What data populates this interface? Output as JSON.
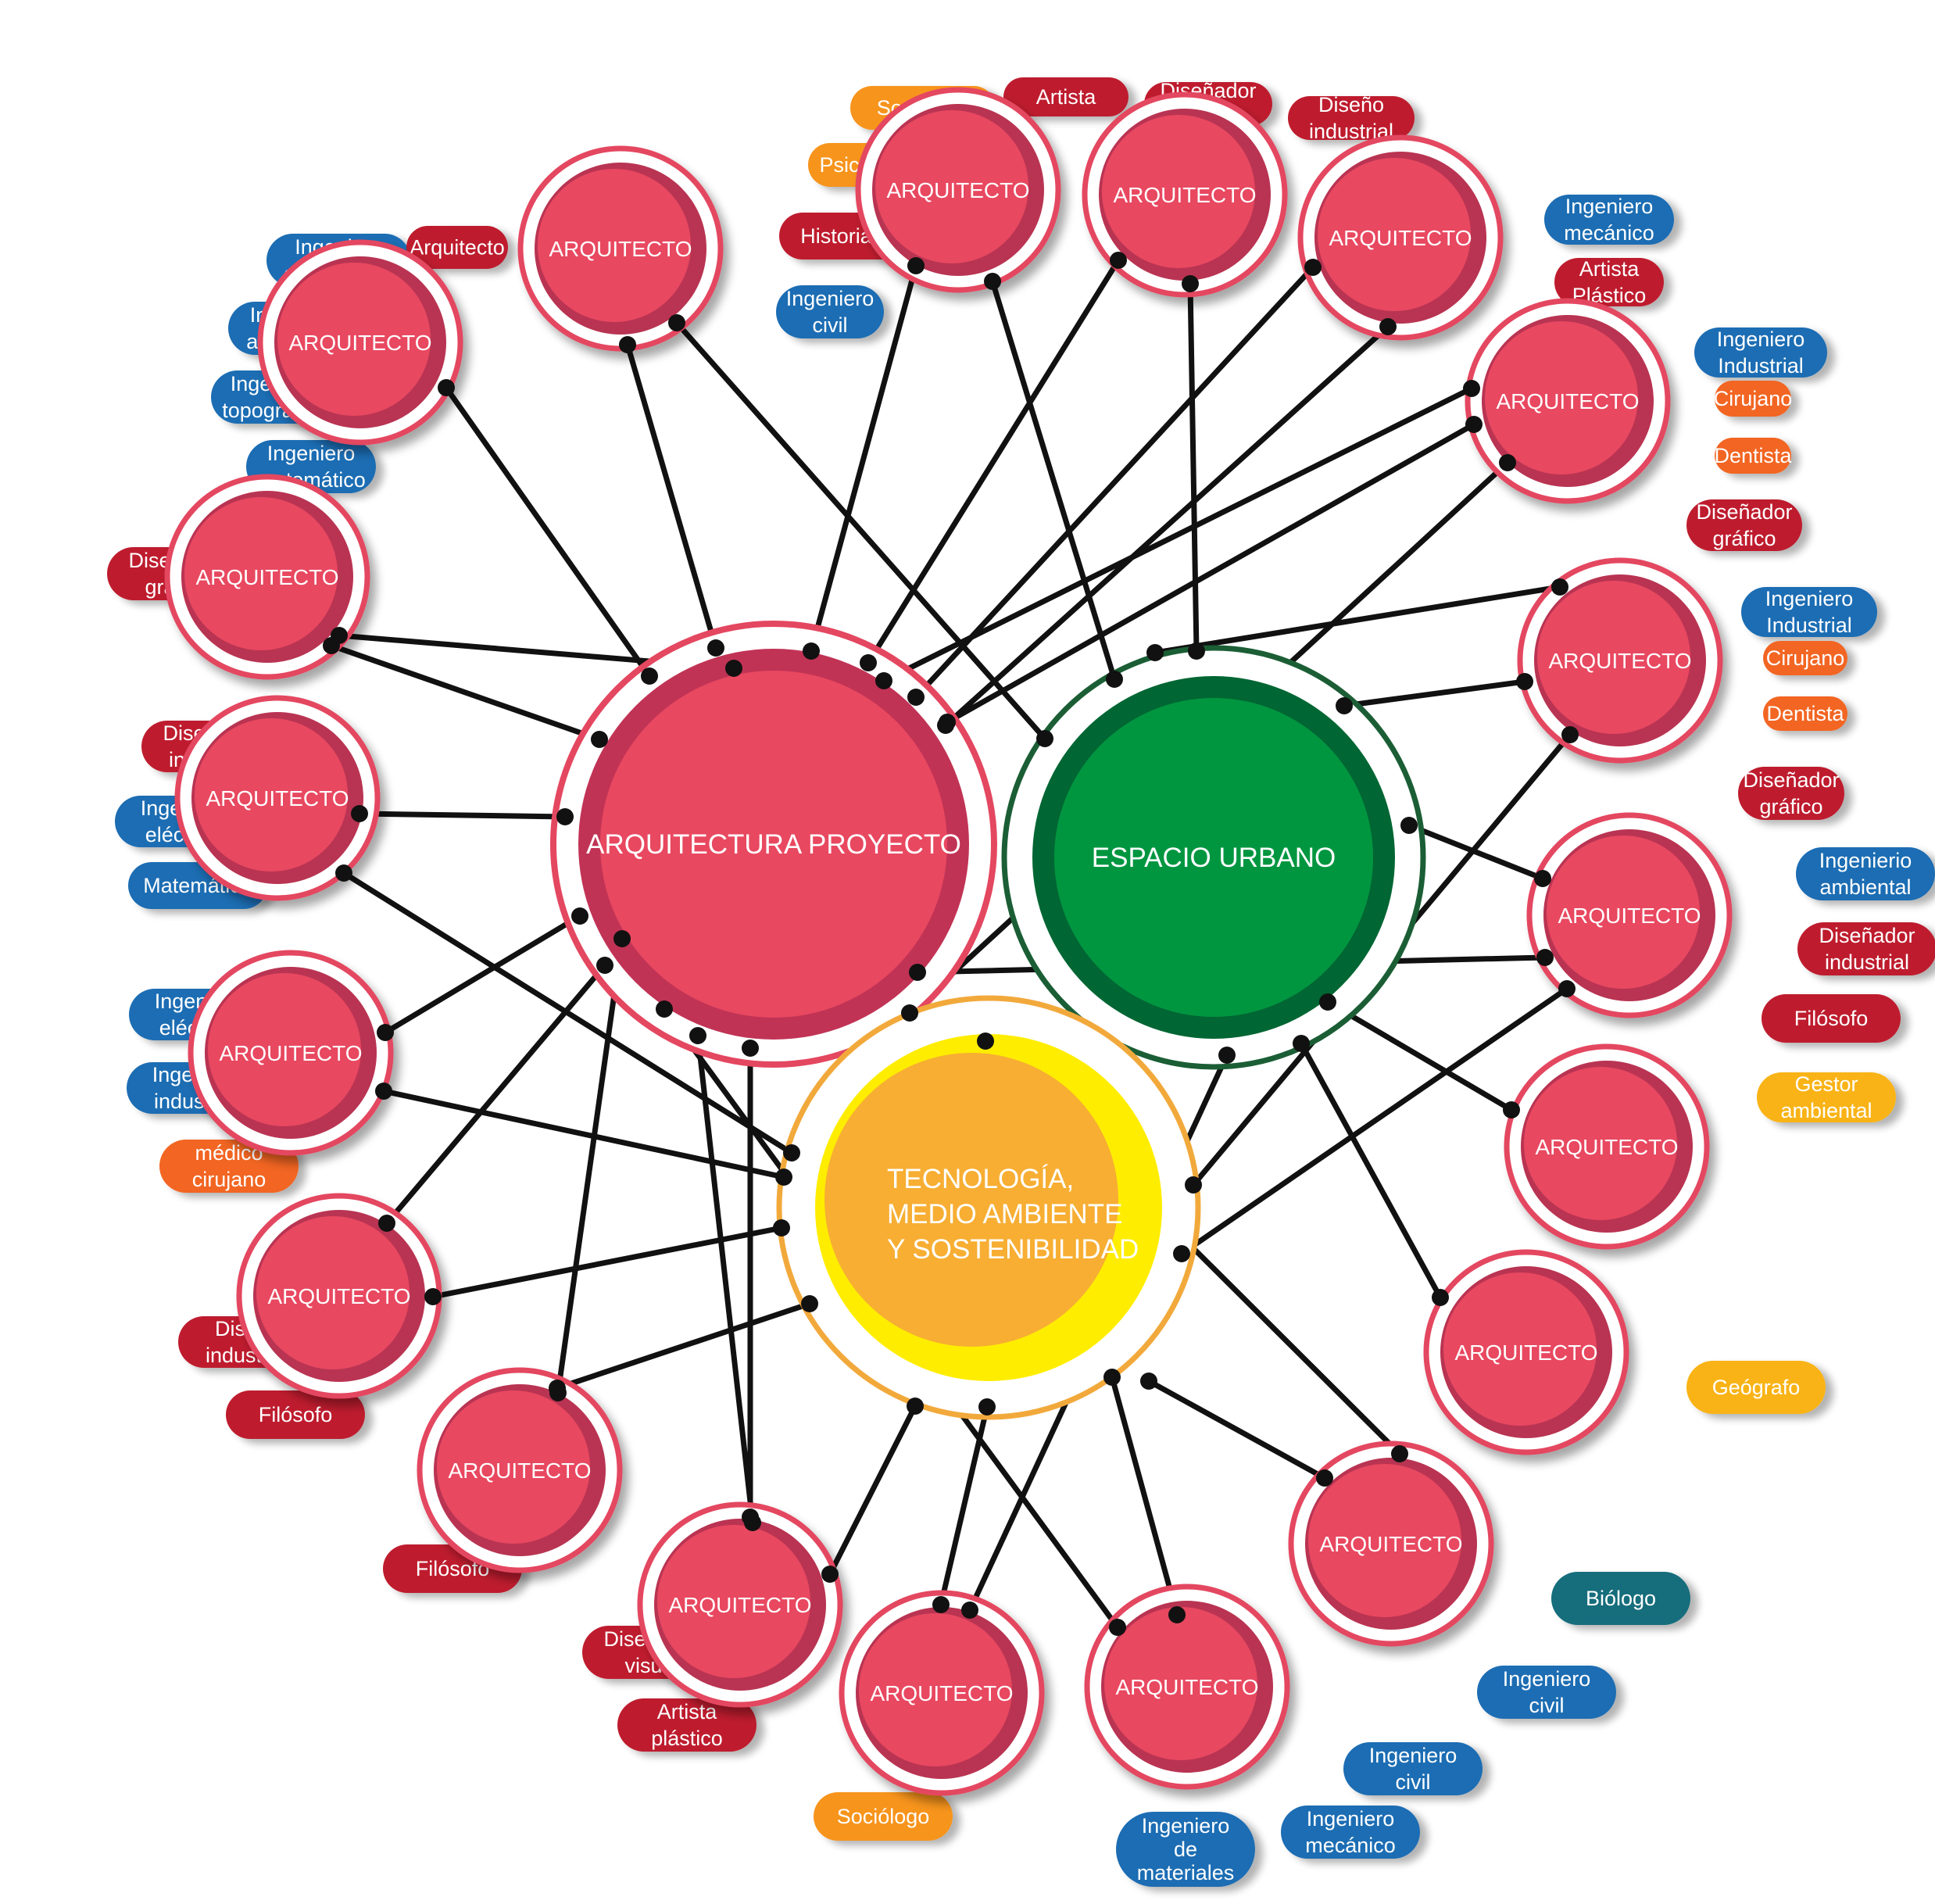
{
  "colors": {
    "node_fill": "#E84860",
    "node_inner_ring": "#B93452",
    "node_outer_ring": "#E44760",
    "node_shadow": "#C8C8CC",
    "line": "#111111",
    "red": "#BE1E2D",
    "blue": "#1F6DB3",
    "orange_dark": "#F26522",
    "orange_light": "#F7941D",
    "yellow": "#F9B316",
    "teal": "#126D7C",
    "hub_architecture": "#E84860",
    "hub_architecture_ring": "#C13355",
    "hub_urban": "#009640",
    "hub_urban_ring": "#006633",
    "hub_urban_outer": "#1B5E35",
    "hub_tech": "#F7AE33",
    "hub_tech_ring": "#FFED00",
    "hub_tech_outer": "#F2A93B"
  },
  "hubs": [
    {
      "name": "ARQUITECTURA PROYECTO",
      "color": "pink"
    },
    {
      "name": "ESPACIO URBANO",
      "color": "green"
    },
    {
      "name": "TECNOLOGÍA,\nMEDIO AMBIENTE\nY SOSTENIBILIDAD",
      "color": "yellow"
    }
  ],
  "nodes": [
    {
      "label": "ARQUITECTO",
      "tags": [
        {
          "text": "Ingeniero\ncartográfico",
          "color": "blue"
        },
        {
          "text": "Arquitecto",
          "color": "red"
        },
        {
          "text": "Ingeniero\nagrónomo",
          "color": "blue"
        },
        {
          "text": "Ingeniero\ntopográfico",
          "color": "blue"
        },
        {
          "text": "Ingeniero\nmatemático",
          "color": "blue"
        }
      ]
    },
    {
      "label": "ARQUITECTO",
      "tags": [
        {
          "text": "Historiador",
          "color": "red"
        },
        {
          "text": "Ingeniero\ncivil",
          "color": "blue"
        }
      ]
    },
    {
      "label": "ARQUITECTO",
      "tags": [
        {
          "text": "Sociólogo",
          "color": "orange_light"
        },
        {
          "text": "Psicólogo",
          "color": "orange_light"
        },
        {
          "text": "Artista",
          "color": "red"
        }
      ]
    },
    {
      "label": "ARQUITECTO",
      "tags": [
        {
          "text": "Diseñador\ngráfico",
          "color": "red"
        },
        {
          "text": "Diseño\nindustrial",
          "color": "red"
        }
      ]
    },
    {
      "label": "ARQUITECTO",
      "tags": [
        {
          "text": "Ingeniero\nmecánico",
          "color": "blue"
        },
        {
          "text": "Artista\nPlástico",
          "color": "red"
        }
      ]
    },
    {
      "label": "ARQUITECTO",
      "tags": [
        {
          "text": "Ingeniero\nIndustrial",
          "color": "blue"
        },
        {
          "text": "Cirujano",
          "color": "orange_dark"
        },
        {
          "text": "Dentista",
          "color": "orange_dark"
        },
        {
          "text": "Diseñador\ngráfico",
          "color": "red"
        }
      ]
    },
    {
      "label": "ARQUITECTO",
      "tags": [
        {
          "text": "Ingeniero\nIndustrial",
          "color": "blue"
        },
        {
          "text": "Cirujano",
          "color": "orange_dark"
        },
        {
          "text": "Dentista",
          "color": "orange_dark"
        },
        {
          "text": "Diseñador\ngráfico",
          "color": "red"
        }
      ]
    },
    {
      "label": "ARQUITECTO",
      "tags": [
        {
          "text": "Ingenierio\nambiental",
          "color": "blue"
        },
        {
          "text": "Diseñador\nindustrial",
          "color": "red"
        },
        {
          "text": "Filósofo",
          "color": "red"
        }
      ]
    },
    {
      "label": "ARQUITECTO",
      "tags": [
        {
          "text": "Gestor\nambiental",
          "color": "yellow"
        }
      ]
    },
    {
      "label": "ARQUITECTO",
      "tags": [
        {
          "text": "Geógrafo",
          "color": "yellow"
        }
      ]
    },
    {
      "label": "ARQUITECTO",
      "tags": [
        {
          "text": "Biólogo",
          "color": "teal"
        },
        {
          "text": "Ingeniero\ncivil",
          "color": "blue"
        }
      ]
    },
    {
      "label": "ARQUITECTO",
      "tags": [
        {
          "text": "Ingeniero\ncivil",
          "color": "blue"
        },
        {
          "text": "Ingeniero\nmecánico",
          "color": "blue"
        },
        {
          "text": "Ingeniero\nde\nmateriales",
          "color": "blue"
        }
      ]
    },
    {
      "label": "ARQUITECTO",
      "tags": [
        {
          "text": "Sociólogo",
          "color": "orange_light"
        }
      ]
    },
    {
      "label": "ARQUITECTO",
      "tags": [
        {
          "text": "Diseñador\nvisual",
          "color": "red"
        },
        {
          "text": "Artista\nplástico",
          "color": "red"
        }
      ]
    },
    {
      "label": "ARQUITECTO",
      "tags": [
        {
          "text": "Filósofo",
          "color": "red"
        }
      ]
    },
    {
      "label": "ARQUITECTO",
      "tags": [
        {
          "text": "Diseño\nindustrial",
          "color": "red"
        },
        {
          "text": "Filósofo",
          "color": "red"
        }
      ]
    },
    {
      "label": "ARQUITECTO",
      "tags": [
        {
          "text": "Ingeniero\neléctrico",
          "color": "blue"
        },
        {
          "text": "Ingeniero\nindustrial",
          "color": "blue"
        },
        {
          "text": "médico\ncirujano",
          "color": "orange_dark"
        }
      ]
    },
    {
      "label": "ARQUITECTO",
      "tags": [
        {
          "text": "Diseñador\nindustrial",
          "color": "red"
        },
        {
          "text": "Ingeniero\neléctrico",
          "color": "blue"
        },
        {
          "text": "Matemático",
          "color": "blue"
        }
      ]
    },
    {
      "label": "ARQUITECTO",
      "tags": [
        {
          "text": "Diseñador\ngráfico",
          "color": "red"
        }
      ]
    }
  ]
}
